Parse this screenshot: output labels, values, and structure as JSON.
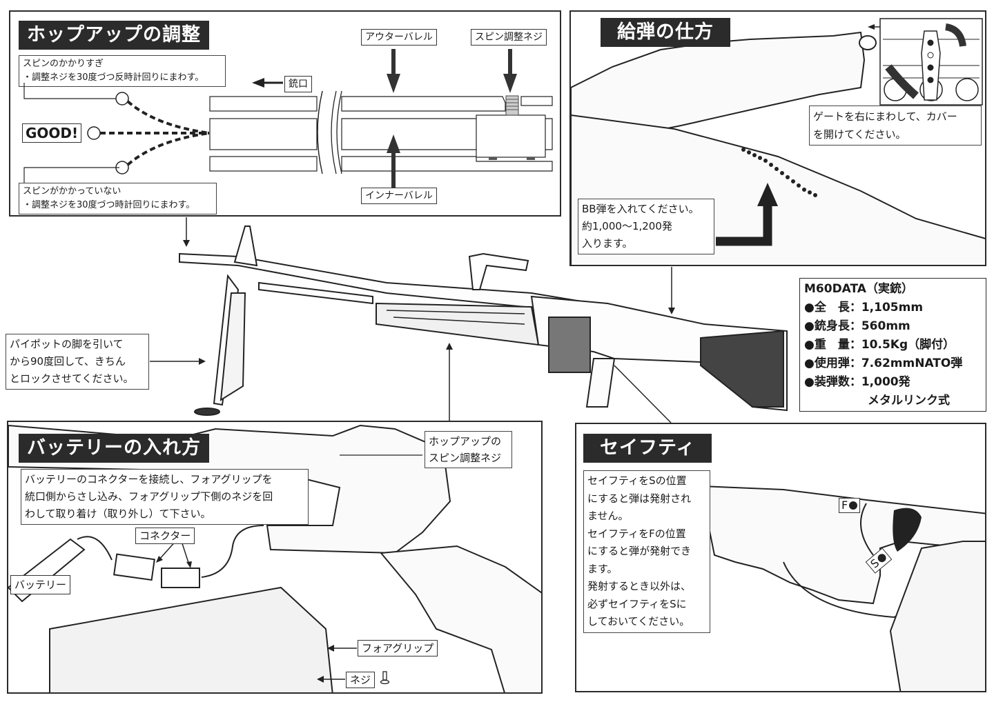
{
  "hopup": {
    "title": "ホップアップの調整",
    "too_much": {
      "line1": "スピンのかかりすぎ",
      "line2": "・調整ネジを30度づつ反時計回りにまわす。"
    },
    "none": {
      "line1": "スピンがかかっていない",
      "line2": "・調整ネジを30度づつ時計回りにまわす。"
    },
    "good_label": "GOOD!",
    "muzzle_label": "銃口",
    "outer_barrel_label": "アウターバレル",
    "inner_barrel_label": "インナーバレル",
    "spin_screw_label": "スピン調整ネジ"
  },
  "feeding": {
    "title": "給弾の仕方",
    "gate_note": {
      "line1": "ゲートを右にまわして、カバー",
      "line2": "を開けてください。"
    },
    "bb_note": {
      "line1": "BB弾を入れてください。",
      "line2": "約1,000〜1,200発",
      "line3": "入ります。"
    }
  },
  "specs": {
    "title": "M60DATA（実銃）",
    "rows": [
      {
        "label": "●全　長",
        "value": "：1,105mm"
      },
      {
        "label": "●銃身長",
        "value": "：560mm"
      },
      {
        "label": "●重　量",
        "value": "：10.5Kg（脚付）"
      },
      {
        "label": "●使用弾",
        "value": "：7.62mmNATO弾"
      },
      {
        "label": "●装弾数",
        "value": "：1,000発"
      }
    ],
    "extra": "メタルリンク式"
  },
  "bipod": {
    "note": {
      "line1": "パイポットの脚を引いて",
      "line2": "から90度回して、きちん",
      "line3": "とロックさせてください。"
    }
  },
  "battery": {
    "title": "バッテリーの入れ方",
    "note": {
      "line1": "バッテリーのコネクターを接続し、フォアグリップを",
      "line2": "統口側からさし込み、フォアグリップ下側のネジを回",
      "line3": "わして取り着け（取り外し）て下さい。"
    },
    "hopup_screw_label": {
      "line1": "ホップアップの",
      "line2": "スピン調整ネジ"
    },
    "connector_label": "コネクター",
    "battery_label": "バッテリー",
    "foregrip_label": "フォアグリップ",
    "screw_label": "ネジ"
  },
  "safety": {
    "title": "セイフティ",
    "note": {
      "lines": [
        "セイフティをSの位置",
        "にすると弾は発射され",
        "ません。",
        "セイフティをFの位置",
        "にすると弾が発射でき",
        "ます。",
        "発射するとき以外は、",
        "必ずセイフティをSに",
        "しておいてください。"
      ]
    },
    "fire_marker": "F",
    "safe_marker": "S"
  }
}
